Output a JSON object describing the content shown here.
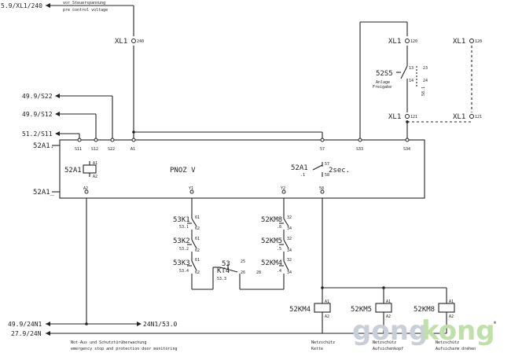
{
  "top": {
    "ref": "5.9/XL1/240",
    "note_de": "vor Steuerspannung",
    "note_en": "pre control voltage"
  },
  "terminals": {
    "xl1_240": "XL1",
    "xl1_240_pin": "240",
    "xl1_120a": "XL1",
    "xl1_120a_pin": "120",
    "xl1_120b": "XL1",
    "xl1_120b_pin": "120",
    "xl1_121a": "XL1",
    "xl1_121a_pin": "121",
    "xl1_121b": "XL1",
    "xl1_121b_pin": "121"
  },
  "switch_52s5": {
    "label": "52S5",
    "p13": "13",
    "p14": "14",
    "p23": "23",
    "p24": "24",
    "desc1": "Anlage",
    "desc2": "Freigabe",
    "side": "58.1"
  },
  "inputs": {
    "s22": "49.9/S22",
    "s12": "49.9/S12",
    "s11": "51.2/S11"
  },
  "module": {
    "name_top": "52A1.",
    "name_bot": "52A1_",
    "coil_label": "52A1",
    "coil_a1": "A1",
    "coil_a2": "A2",
    "center_label": "PNOZ V",
    "delay_label": "52A1",
    "delay_sub": ".1",
    "delay_p57": "57",
    "delay_p58": "58",
    "delay_time": "2sec.",
    "top_pins": [
      "S11",
      "S12",
      "S22",
      "A1",
      "57",
      "S33",
      "S34"
    ],
    "bot_pins": [
      "A2",
      "Y1",
      "Y2",
      "58"
    ]
  },
  "contacts_left": [
    {
      "label": "53K1",
      "ref": "53.1",
      "p1": "61",
      "p2": "62"
    },
    {
      "label": "53K2",
      "ref": "53.2",
      "p1": "61",
      "p2": "62"
    },
    {
      "label": "53K3",
      "ref": "53.4",
      "p1": "61",
      "p2": "62"
    }
  ],
  "contacts_right": [
    {
      "label": "52KM8",
      "ref": ".8",
      "p1": "32",
      "p2": "34"
    },
    {
      "label": "52KM5",
      "ref": ".5",
      "p1": "32",
      "p2": "34"
    },
    {
      "label": "52KM4",
      "ref": ".4",
      "p1": "32",
      "p2": "34"
    }
  ],
  "timer": {
    "label1": "53",
    "label2": "KT4",
    "ref": "53.3",
    "p25": "25",
    "p26": "26",
    "p28": "28"
  },
  "coils": [
    {
      "label": "52KM4",
      "a1": "A1",
      "a2": "A2",
      "desc1": "Netzschütz",
      "desc2": "Kette"
    },
    {
      "label": "52KM5",
      "a1": "A1",
      "a2": "A2",
      "desc1": "Netzschütz",
      "desc2": "Aufsichenkopf"
    },
    {
      "label": "52KM8",
      "a1": "A1",
      "a2": "A2",
      "desc1": "Netzschütz",
      "desc2": "Aufsicharm drehen"
    }
  ],
  "bottom": {
    "n1": "49.9/24N1",
    "n": "27.9/24N",
    "out": "24N1/53.0",
    "note_de": "Not-Aus und Schutztürüberwachung",
    "note_en": "emergency stop and protection door monitoring"
  },
  "watermark": {
    "part1": "gong",
    "part2": "kong",
    "reg": "®"
  }
}
